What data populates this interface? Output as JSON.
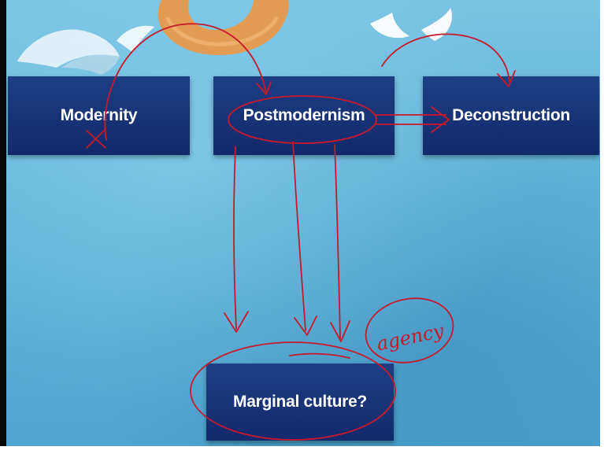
{
  "slide": {
    "nodes": {
      "modernity": "Modernity",
      "postmodernism": "Postmodernism",
      "deconstruction": "Deconstruction",
      "marginal_culture": "Marginal culture?"
    },
    "annotation": {
      "handwritten_word": "agency",
      "ink_color": "#c8192a"
    },
    "colors": {
      "background": "#62b4da",
      "box_fill": "#1a3579",
      "box_text": "#ffffff",
      "deco_orange": "#e99a4c"
    }
  }
}
